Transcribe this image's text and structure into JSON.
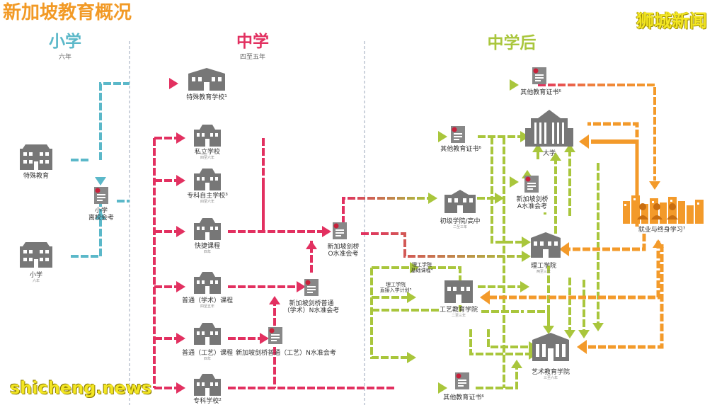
{
  "title": "新加坡教育概况",
  "watermark_top": "狮城新闻",
  "watermark_bottom": "shicheng.news",
  "stages": {
    "primary": {
      "heading": "小学",
      "sub": "六年"
    },
    "secondary": {
      "heading": "中学",
      "sub": "四至五年"
    },
    "post": {
      "heading": "中学后"
    }
  },
  "colors": {
    "primary": "#5bb8c9",
    "secondary": "#e23060",
    "post": "#a9c63c",
    "career": "#f39a2a",
    "icon": "#777777"
  },
  "nodes": {
    "special_ed": {
      "label": "特殊教育"
    },
    "primary_school": {
      "label": "小学",
      "sub": "六年"
    },
    "psle": {
      "label": "小学\n离校会考"
    },
    "special_school": {
      "label": "特殊教育学校¹"
    },
    "private_school": {
      "label": "私立学校",
      "sub": "四至六年"
    },
    "independent": {
      "label": "专科自主学校³",
      "sub": "四至六年"
    },
    "express": {
      "label": "快捷课程",
      "sub": "四年"
    },
    "normal_academic": {
      "label": "普通（学术）课程",
      "sub": "四至五年"
    },
    "normal_technical": {
      "label": "普通（工艺）课程",
      "sub": "四年"
    },
    "specialised": {
      "label": "专科学校²"
    },
    "o_level": {
      "label": "新加坡剑桥\nO水准会考"
    },
    "na_level": {
      "label": "新加坡剑桥普通\n（学术）N水准会考"
    },
    "nt_level": {
      "label": "新加坡剑桥普通（工艺）N水准会考"
    },
    "other_cert_top": {
      "label": "其他教育证书⁶"
    },
    "other_cert_mid": {
      "label": "其他教育证书⁶"
    },
    "other_cert_bot": {
      "label": "其他教育证书⁶"
    },
    "university": {
      "label": "大学"
    },
    "a_level": {
      "label": "新加坡剑桥\nA水准会考"
    },
    "junior_college": {
      "label": "初级学院/高中",
      "sub": "二至三年"
    },
    "poly_foundation": {
      "label": "理工学院\n基础课程⁴"
    },
    "poly_direct": {
      "label": "理工学院\n直接入学计划⁵"
    },
    "polytechnic": {
      "label": "理工学院",
      "sub": "两至三年"
    },
    "ite": {
      "label": "工艺教育学院",
      "sub": "二至三年"
    },
    "arts": {
      "label": "艺术教育学院",
      "sub": "三至六年"
    },
    "career": {
      "label": "就业与终身学习⁷"
    }
  }
}
